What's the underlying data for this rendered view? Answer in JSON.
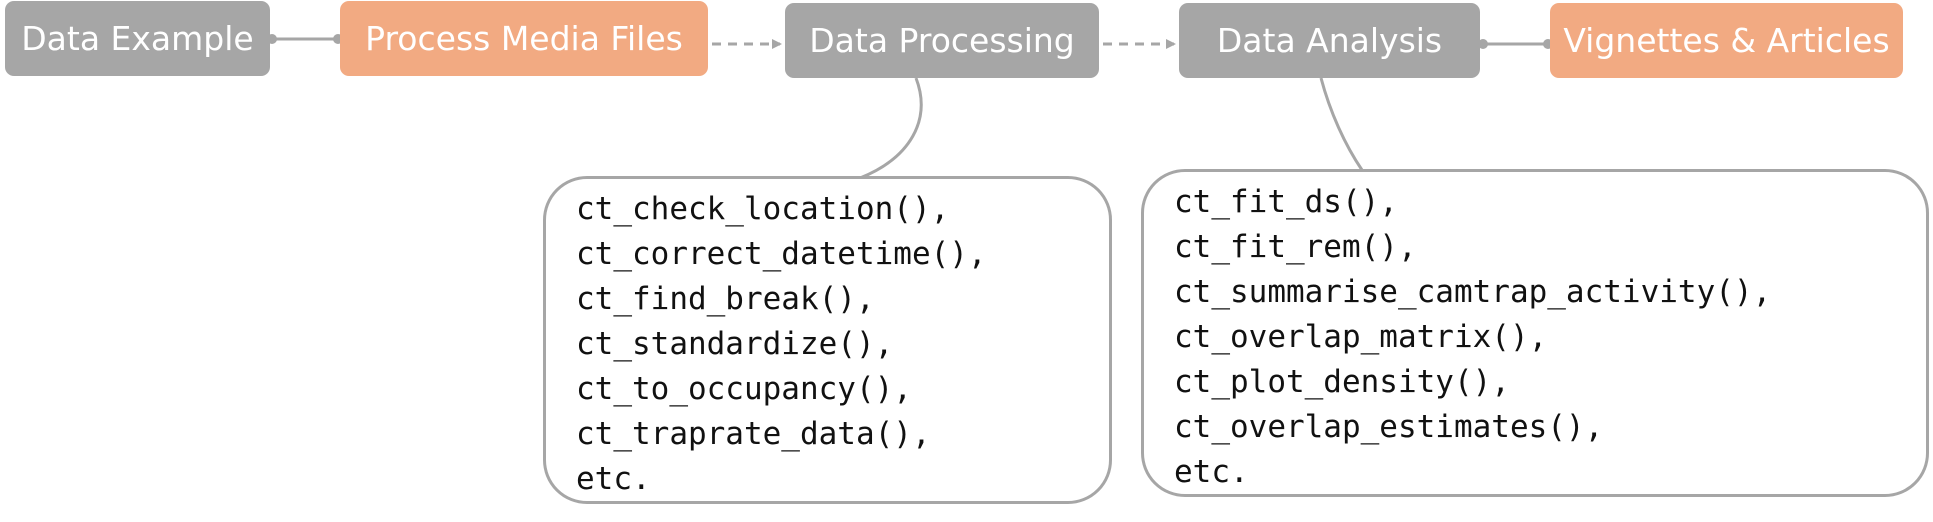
{
  "flow": {
    "nodes": [
      {
        "label": "Data Example",
        "color": "#a6a6a6"
      },
      {
        "label": "Process Media Files",
        "color": "#f2aa82"
      },
      {
        "label": "Data Processing",
        "color": "#a6a6a6"
      },
      {
        "label": "Data Analysis",
        "color": "#a6a6a6"
      },
      {
        "label": "Vignettes & Articles",
        "color": "#f2aa82"
      }
    ],
    "edges": [
      {
        "from": "Data Example",
        "to": "Process Media Files",
        "style": "solid"
      },
      {
        "from": "Process Media Files",
        "to": "Data Processing",
        "style": "dashed-arrow"
      },
      {
        "from": "Data Processing",
        "to": "Data Analysis",
        "style": "dashed-arrow"
      },
      {
        "from": "Data Analysis",
        "to": "Vignettes & Articles",
        "style": "solid"
      }
    ]
  },
  "processing_functions": {
    "items": [
      "ct_check_location(),",
      "ct_correct_datetime(),",
      "ct_find_break(),",
      "ct_standardize(),",
      "ct_to_occupancy(),",
      "ct_traprate_data(),",
      "etc."
    ]
  },
  "analysis_functions": {
    "items": [
      "ct_fit_ds(),",
      "ct_fit_rem(),",
      "ct_summarise_camtrap_activity(),",
      "ct_overlap_matrix(),",
      "ct_plot_density(),",
      "ct_overlap_estimates(),",
      "etc."
    ]
  },
  "colors": {
    "gray_node": "#a6a6a6",
    "orange_node": "#f2aa82",
    "connector": "#a6a6a6",
    "box_border": "#a6a6a6"
  }
}
